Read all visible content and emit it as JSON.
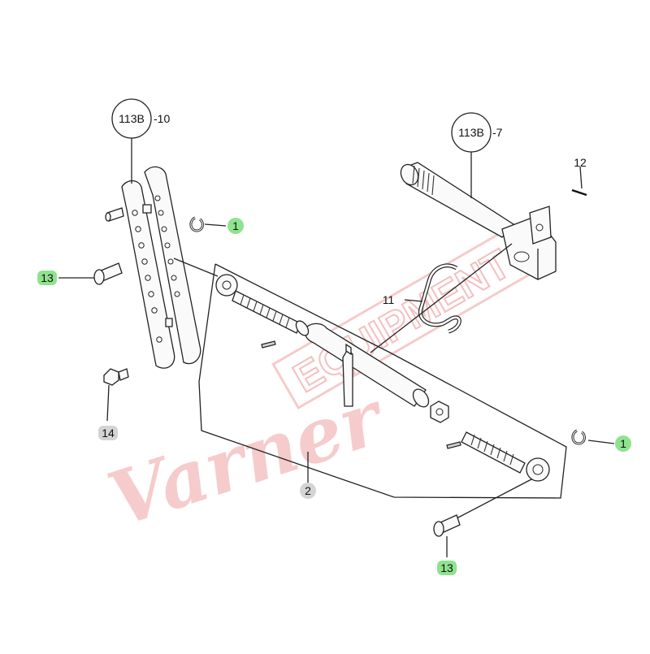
{
  "diagram": {
    "references": [
      {
        "id": "ref-113b-10",
        "circle_text": "113B",
        "suffix": "-10"
      },
      {
        "id": "ref-113b-7",
        "circle_text": "113B",
        "suffix": "-7"
      }
    ],
    "callouts": [
      {
        "id": "callout-1-upper",
        "label": "1",
        "highlight": "green"
      },
      {
        "id": "callout-1-lower",
        "label": "1",
        "highlight": "green"
      },
      {
        "id": "callout-2",
        "label": "2",
        "highlight": "gray"
      },
      {
        "id": "callout-11",
        "label": "11",
        "highlight": "none"
      },
      {
        "id": "callout-12",
        "label": "12",
        "highlight": "none"
      },
      {
        "id": "callout-13-left",
        "label": "13",
        "highlight": "green"
      },
      {
        "id": "callout-13-bottom",
        "label": "13",
        "highlight": "green"
      },
      {
        "id": "callout-14",
        "label": "14",
        "highlight": "gray"
      }
    ],
    "watermark": {
      "text_left": "Varner",
      "text_band": "EQUIPMENT"
    },
    "colors": {
      "highlight_green": "#8fe38f",
      "highlight_gray": "#d4d4d4",
      "watermark_red": "#f2b3b3",
      "line": "#222222"
    }
  }
}
